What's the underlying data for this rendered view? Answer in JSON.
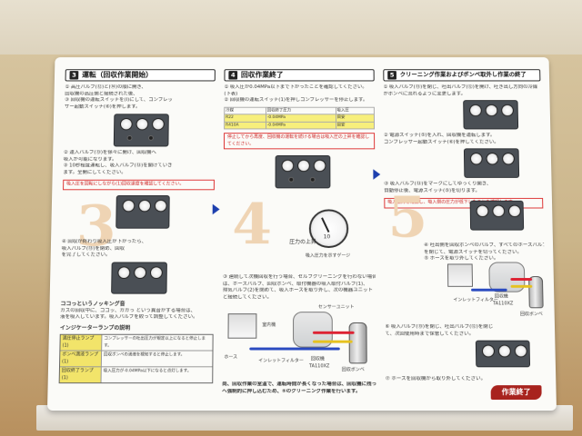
{
  "columns": [
    {
      "number": "3",
      "title": "運転（回収作業開始）",
      "step_refs": [
        "(12)",
        "(4)"
      ],
      "paragraphs": [
        "① 高圧バルブ(⑫)と(⑭)の順に開き、",
        "回収機の高圧側と接続された後、",
        "③ 回収機の運転スイッチを(I)にして、コンプレッ",
        "サー起動スイッチ(⑥)を押します。"
      ],
      "paragraphs2": [
        "② 運入バルブ(⑬)を徐々に開け、回収機へ",
        "吸入が可能になります。",
        "③ 10秒程度運転し、吸入バルブ(⑬)を開けていき",
        "ます。全開にしてください。"
      ],
      "note": "吸入圧を回転にしながら(1)回収速度を確認してください。",
      "paragraphs3": [
        "④ 回収が終わり吸入圧が下がったら、",
        "吸入バルブ(⑬)を閉め、回収",
        "を完了してください。"
      ],
      "knocking_title": "ココっというノッキング音",
      "knocking_lines": [
        "ガスの回収中に、ココッ、ガガっ という異音がする場合は、",
        "液を吸入しています。吸入バルブを絞って調整してください。"
      ],
      "indicator_title": "インジケーターランプの説明",
      "indicators": [
        {
          "label": "満圧停止ランプ(1)",
          "desc": "コンプレッサーの吐出圧力が規定以上になると停止します。"
        },
        {
          "label": "ボンベ満液ランプ(1)",
          "desc": "回収ボンベの満液を検知すると停止します。"
        },
        {
          "label": "回収終了ランプ(1)",
          "desc": "吸入圧力が-0.04MPa以下になると点灯します。"
        }
      ]
    },
    {
      "number": "4",
      "title": "回収作業終了",
      "paragraphs": [
        "① 吸入圧が0.04MPa以下まで下がったことを確認してください。",
        "(下表)",
        "② 回収機の運転スイッチ(1)を押しコンプレッサーを停止します。"
      ],
      "table": [
        [
          "冷媒",
          "回収終了圧力",
          "吸入圧"
        ],
        [
          "R22",
          "-0.04MPa",
          "目安"
        ],
        [
          "R410A",
          "-0.04MPa",
          "目安"
        ]
      ],
      "note": "停止してから再度、回収機の運転を続ける場合は吸入圧の上昇を確認してください。",
      "dial_value": "10",
      "dial_caption_1": "圧力の上昇",
      "dial_caption_2": "吸入圧力を示すゲージ",
      "paragraphs2": [
        "③ 連続して次機回収を行う場合、セルフクリーニングを行わない場合",
        "は、ホースバルブ、回収ボンベ、取付機器の吸入取付バルブ(1)、",
        "排気バルブ(2)を閉めて、吸入ホースを取り外し、次の機器ユニット",
        "と接続してください。"
      ],
      "labels": {
        "sensor": "センサーユニット",
        "hose": "ホース",
        "indoor": "室内機",
        "outlet": "インレットフィルター",
        "recovery": "回収機",
        "model": "TA110XZ",
        "cylinder": "回収ボンベ"
      },
      "footer": [
        "尚、回収作業の室温で、運転時間が長くなった場合は、回収機に残った冷媒をボンベ",
        "へ強制的に押し込むため、⑤のクリーニング作業を行います。"
      ]
    },
    {
      "number": "5",
      "title": "クリーニング作業およびボンベ取外し作業の終了",
      "paragraphs": [
        "① 吸入バルブ(⑬)を閉じ、吐出バルブ(⑫)を開け、吐き出し方向の冷媒",
        "がボンベに流れるように変更します。",
        "② 電源スイッチ(⑤)を入れ、回収機を運転します。",
        "コンプレッサー起動スイッチ(⑥)を押してください。"
      ],
      "paragraphs2": [
        "③ 吸入バルブ(⑬)をマークにしてゆっくり開き、",
        "自動停止後、電源スイッチ(⑤)を切ります。"
      ],
      "note": "吸入圧力を確認し、吸入側の圧力が低下したことを確認します。",
      "paragraphs3": [
        "④ 吐出側を回収ボンベのバルブ、すべてのホースバルブ",
        "を閉じて、電源スイッチを切ってください。",
        "⑤ ホースを取り外してください。"
      ],
      "labels": {
        "outlet": "インレットフィルター",
        "recovery": "回収機",
        "model": "TA110XZ",
        "cylinder": "回収ボンベ"
      },
      "paragraphs4": [
        "⑥ 吸入バルブ(⑬)を閉じ、吐出バルブ(⑫)を閉じ",
        "て、次回使用時まで保管してください。"
      ],
      "paragraphs5": [
        "⑦ ホースを回収機から取り外してください。"
      ],
      "end_badge": "作業終了"
    }
  ]
}
